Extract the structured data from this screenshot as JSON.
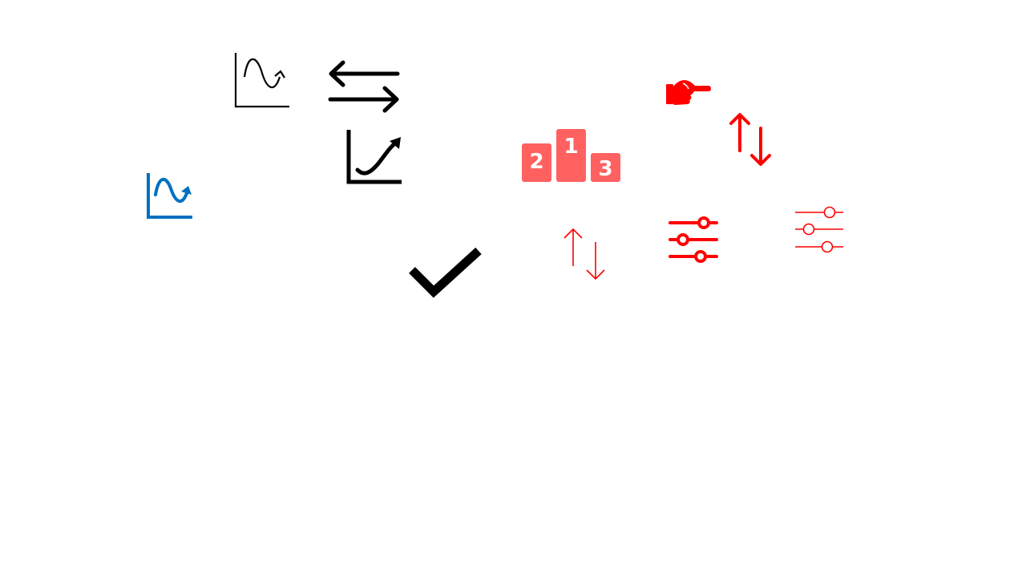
{
  "colors": {
    "black": "#000000",
    "blue": "#0070c0",
    "red": "#ff0000",
    "podium": "#ff6161",
    "background": "#ffffff"
  },
  "icons": [
    "wave-chart-outline-icon",
    "swap-horizontal-icon",
    "growth-chart-icon",
    "wave-chart-blue-icon",
    "checkmark-icon",
    "podium-icon",
    "pointing-hand-icon",
    "swap-vertical-bold-icon",
    "swap-vertical-thin-icon",
    "sliders-bold-icon",
    "sliders-thin-icon"
  ],
  "podium": {
    "first": "1",
    "second": "2",
    "third": "3"
  }
}
